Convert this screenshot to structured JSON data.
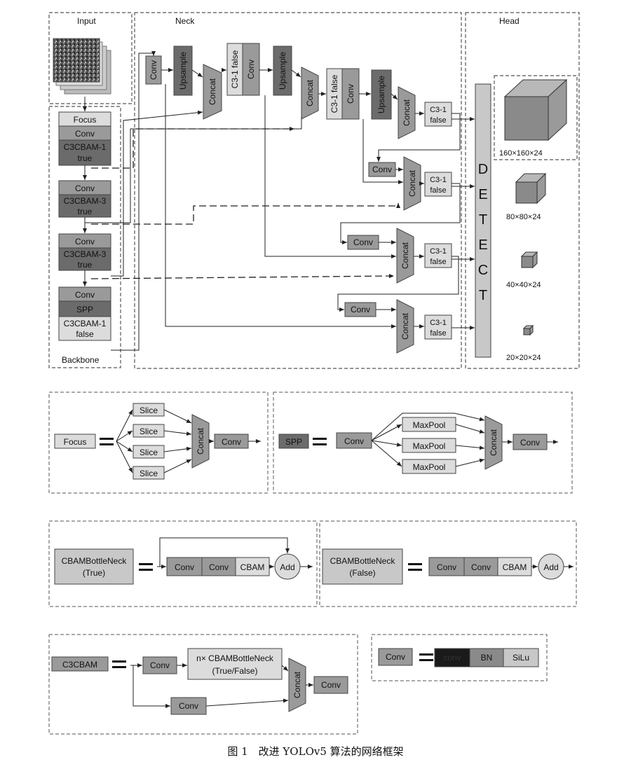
{
  "sections": {
    "input": "Input",
    "neck": "Neck",
    "head": "Head",
    "backbone": "Backbone"
  },
  "backbone": {
    "focus": "Focus",
    "conv1": "Conv",
    "c3cbam1_a": "C3CBAM-1",
    "c3cbam1_b": "true",
    "conv2": "Conv",
    "c3cbam3_a": "C3CBAM-3",
    "c3cbam3_b": "true",
    "conv3": "Conv",
    "c3cbam3b_a": "C3CBAM-3",
    "c3cbam3b_b": "true",
    "conv4": "Conv",
    "spp": "SPP",
    "c3cbam1f_a": "C3CBAM-1",
    "c3cbam1f_b": "false"
  },
  "neck": {
    "conv_a": "Conv",
    "upsample_a": "Upsample",
    "concat_a": "Concat",
    "c31_false_a": "C3-1 false",
    "conv_b": "Conv",
    "upsample_b": "Upsample",
    "concat_b": "Concat",
    "c31_false_b": "C3-1 false",
    "conv_c": "Conv",
    "upsample_c": "Upsample",
    "concat_c": "Concat",
    "c31_top": "C3-1",
    "false_word": "false",
    "conv_d": "Conv",
    "concat_d": "Concat",
    "c31_d": "C3-1",
    "conv_e": "Conv",
    "concat_e": "Concat",
    "c31_e": "C3-1",
    "conv_f": "Conv",
    "concat_f": "Concat",
    "c31_f": "C3-1"
  },
  "head": {
    "detect": "DETECT",
    "out1": "160×160×24",
    "out2": "80×80×24",
    "out3": "40×40×24",
    "out4": "20×20×24"
  },
  "focus_def": {
    "focus": "Focus",
    "slice": "Slice",
    "concat": "Concat",
    "conv": "Conv"
  },
  "spp_def": {
    "spp": "SPP",
    "conv_in": "Conv",
    "maxpool": "MaxPool",
    "concat": "Concat",
    "conv_out": "Conv"
  },
  "bn_true": {
    "label_a": "CBAMBottleNeck",
    "label_b": "(True)",
    "conv": "Conv",
    "cbam": "CBAM",
    "add": "Add"
  },
  "bn_false": {
    "label_a": "CBAMBottleNeck",
    "label_b": "(False)",
    "conv": "Conv",
    "cbam": "CBAM",
    "add": "Add"
  },
  "c3cbam_def": {
    "label": "C3CBAM",
    "conv": "Conv",
    "bn_a": "n× CBAMBottleNeck",
    "bn_b": "(True/False)",
    "concat": "Concat",
    "conv_out": "Conv",
    "conv_low": "Conv"
  },
  "conv_def": {
    "label": "Conv",
    "conv": "conv",
    "bn": "BN",
    "silu": "SiLu"
  },
  "caption": "图 1　改进 YOLOv5 算法的网络框架",
  "colors": {
    "dark": "#6b6b6b",
    "mid": "#9a9a9a",
    "light": "#c8c8c8",
    "pale": "#dcdcdc",
    "black": "#1a1a1a"
  }
}
